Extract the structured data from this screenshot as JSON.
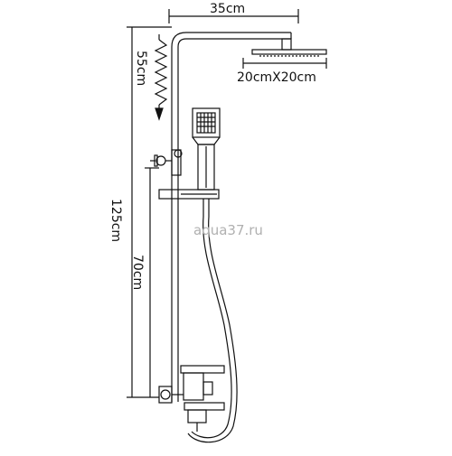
{
  "labels": {
    "width_top": "35cm",
    "head_size": "20cmX20cm",
    "adjust_range": "55cm",
    "total_height": "125cm",
    "mixer_height": "70cm"
  },
  "watermark": "aqua37.ru",
  "colors": {
    "line": "#111111",
    "fill": "#ffffff",
    "watermark": "#b0b0b0"
  }
}
